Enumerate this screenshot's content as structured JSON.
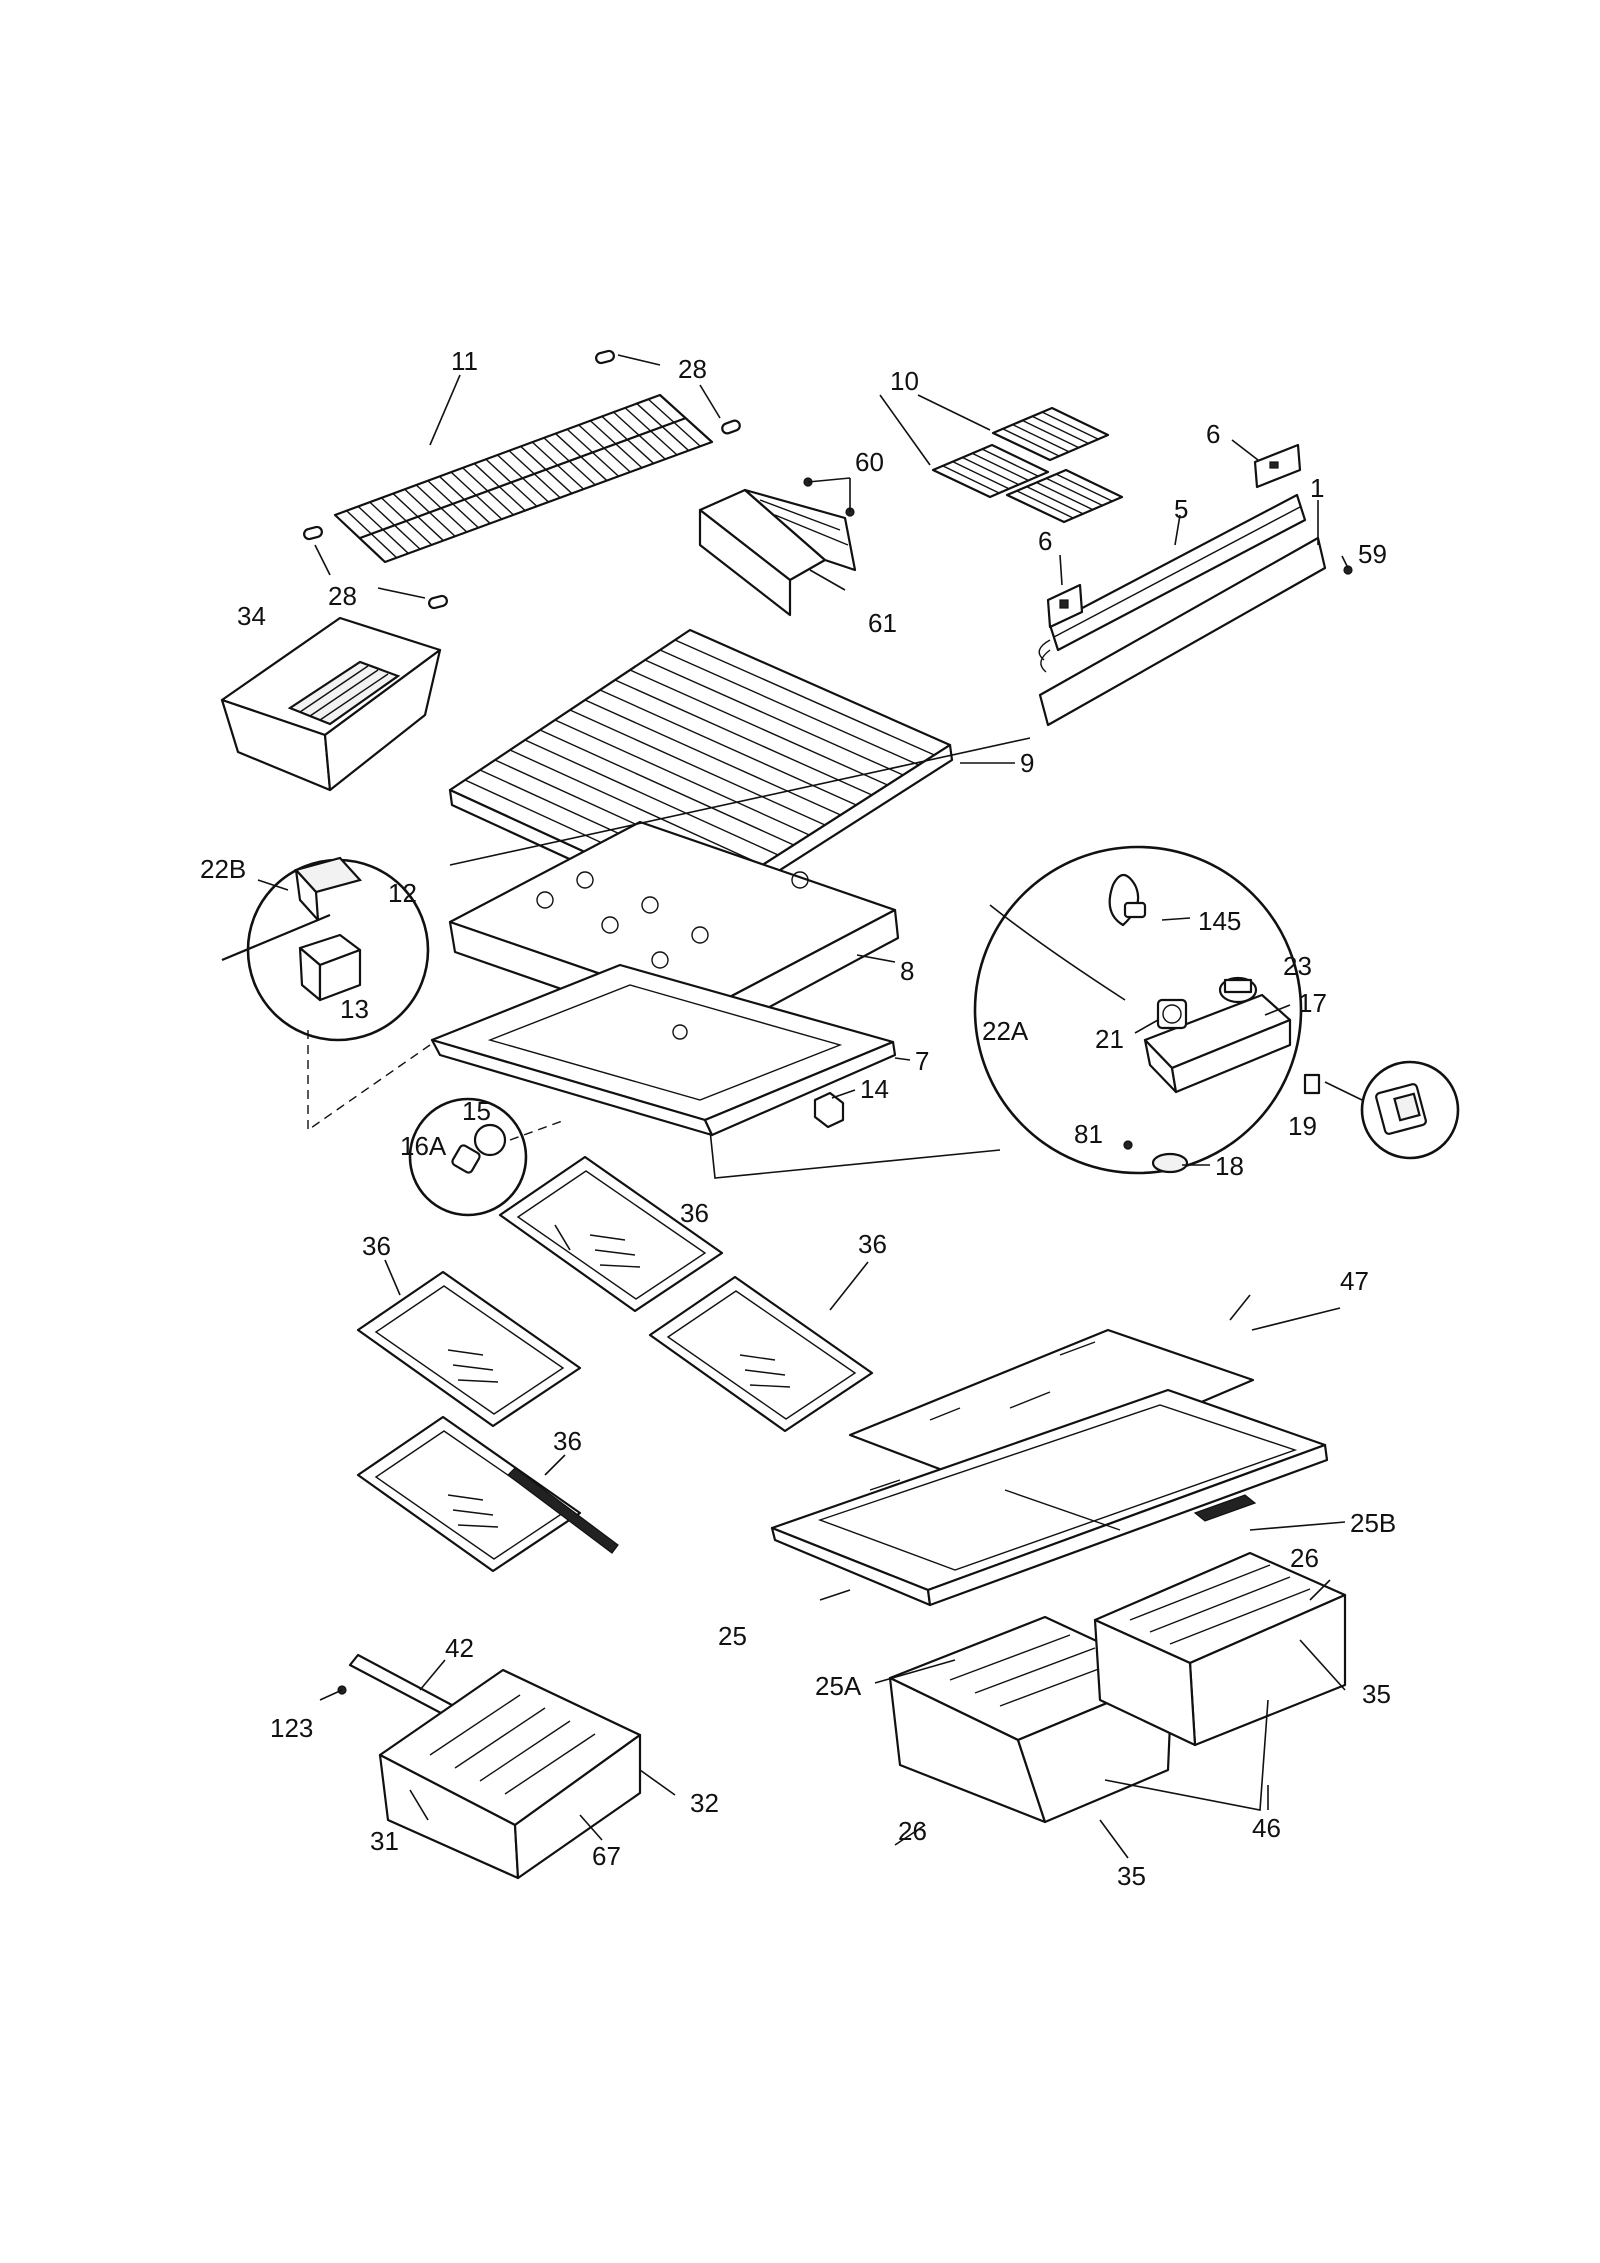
{
  "callouts": [
    {
      "id": "11",
      "text": "11"
    },
    {
      "id": "28a",
      "text": "28"
    },
    {
      "id": "28b",
      "text": "28"
    },
    {
      "id": "10",
      "text": "10"
    },
    {
      "id": "6a",
      "text": "6"
    },
    {
      "id": "60",
      "text": "60"
    },
    {
      "id": "5",
      "text": "5"
    },
    {
      "id": "1",
      "text": "1"
    },
    {
      "id": "6b",
      "text": "6"
    },
    {
      "id": "59",
      "text": "59"
    },
    {
      "id": "61",
      "text": "61"
    },
    {
      "id": "34",
      "text": "34"
    },
    {
      "id": "9",
      "text": "9"
    },
    {
      "id": "22B",
      "text": "22B"
    },
    {
      "id": "12",
      "text": "12"
    },
    {
      "id": "13",
      "text": "13"
    },
    {
      "id": "8",
      "text": "8"
    },
    {
      "id": "145",
      "text": "145"
    },
    {
      "id": "23",
      "text": "23"
    },
    {
      "id": "17",
      "text": "17"
    },
    {
      "id": "22A",
      "text": "22A"
    },
    {
      "id": "21",
      "text": "21"
    },
    {
      "id": "7",
      "text": "7"
    },
    {
      "id": "14",
      "text": "14"
    },
    {
      "id": "15",
      "text": "15"
    },
    {
      "id": "16A",
      "text": "16A"
    },
    {
      "id": "19",
      "text": "19"
    },
    {
      "id": "81",
      "text": "81"
    },
    {
      "id": "18",
      "text": "18"
    },
    {
      "id": "36a",
      "text": "36"
    },
    {
      "id": "36b",
      "text": "36"
    },
    {
      "id": "36c",
      "text": "36"
    },
    {
      "id": "36d",
      "text": "36"
    },
    {
      "id": "47",
      "text": "47"
    },
    {
      "id": "25B",
      "text": "25B"
    },
    {
      "id": "26a",
      "text": "26"
    },
    {
      "id": "25",
      "text": "25"
    },
    {
      "id": "42",
      "text": "42"
    },
    {
      "id": "25A",
      "text": "25A"
    },
    {
      "id": "35a",
      "text": "35"
    },
    {
      "id": "123",
      "text": "123"
    },
    {
      "id": "32",
      "text": "32"
    },
    {
      "id": "31",
      "text": "31"
    },
    {
      "id": "67",
      "text": "67"
    },
    {
      "id": "26b",
      "text": "26"
    },
    {
      "id": "46",
      "text": "46"
    },
    {
      "id": "35b",
      "text": "35"
    }
  ]
}
